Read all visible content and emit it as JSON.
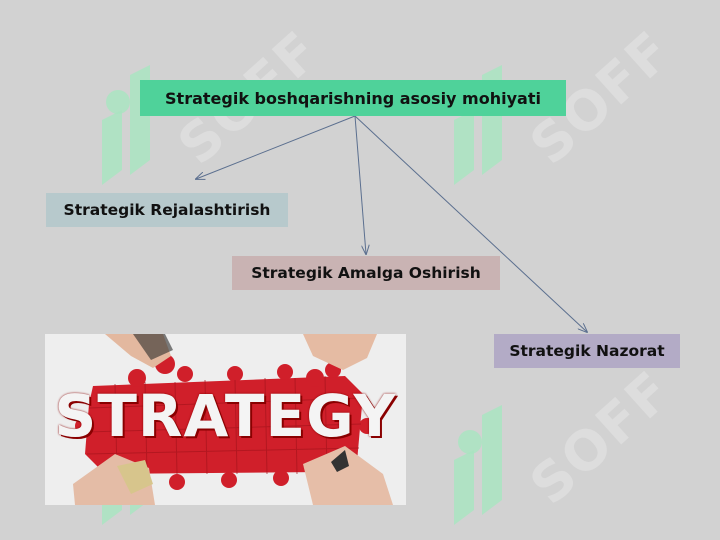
{
  "diagram": {
    "root_label": "Strategik boshqarishning asosiy mohiyati",
    "children": [
      {
        "label": "Strategik Rejalashtirish"
      },
      {
        "label": "Strategik Amalga Oshirish"
      },
      {
        "label": "Strategik Nazorat"
      }
    ]
  },
  "image": {
    "text": "STRATEGY"
  },
  "watermark": {
    "text": "SOFF"
  },
  "colors": {
    "background": "#d2d2d2",
    "root_box": "#4fd29a",
    "plan_box": "#b7c9cc",
    "impl_box": "#c9b3b3",
    "ctrl_box": "#b3abc6",
    "arrow": "#5b6f8f",
    "puzzle": "#d01f2a",
    "watermark_green": "#9be3b8"
  }
}
